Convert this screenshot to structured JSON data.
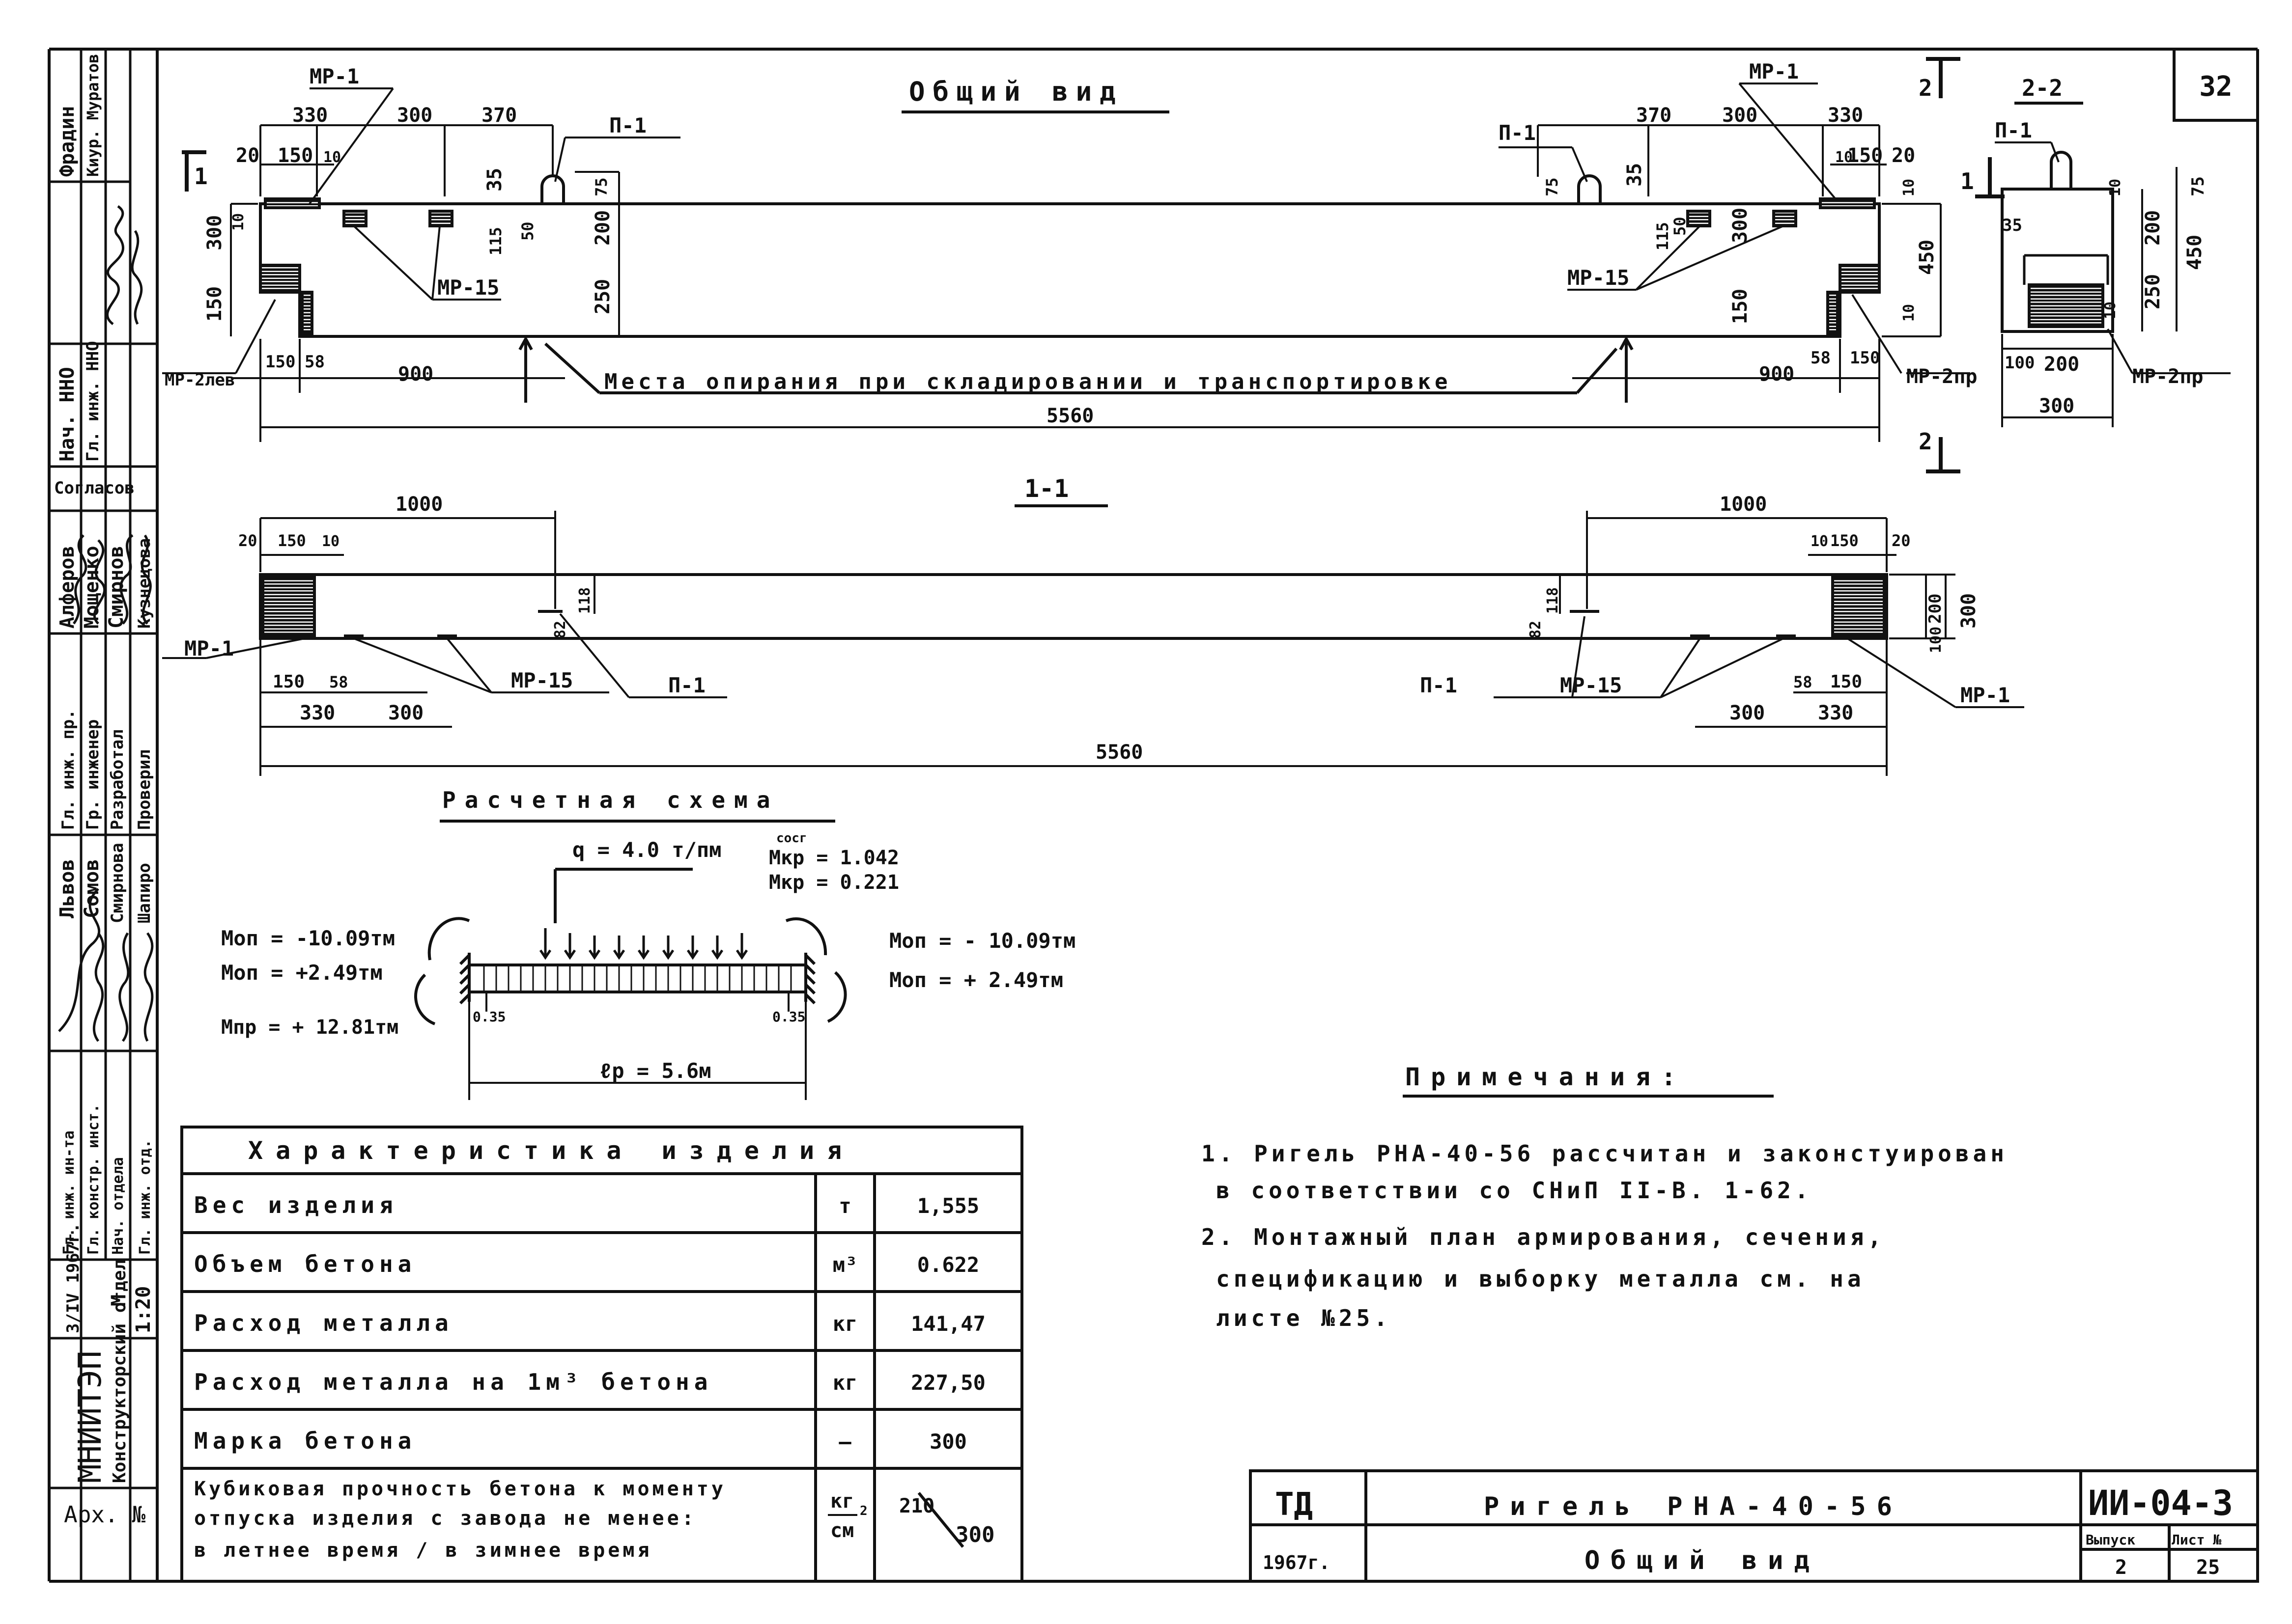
{
  "sheet_number": "32",
  "titles": {
    "general_view": "Общий вид",
    "section_1": "1-1",
    "section_2": "2-2",
    "calc_scheme": "Расчетная схема",
    "notes": "Примечания:",
    "characteristics": "Характеристика изделия"
  },
  "section_markers": {
    "s1": "1",
    "s2": "2"
  },
  "general_view": {
    "part_labels": {
      "mp1": "МР-1",
      "p1": "П-1",
      "mp15": "МР-15",
      "mp2lev": "МР-2лев",
      "mp2pr": "МР-2пр"
    },
    "support_note": "Места опирания при складировании и транспортировке",
    "dims": {
      "d330": "330",
      "d300": "300",
      "d370": "370",
      "d20": "20",
      "d150": "150",
      "d10": "10",
      "d35": "35",
      "d75": "75",
      "d115": "115",
      "d50": "50",
      "d200": "200",
      "d250": "250",
      "d450": "450",
      "d58": "58",
      "d900": "900",
      "d5560": "5560"
    }
  },
  "section_2_2": {
    "dims": {
      "d35": "35",
      "d10": "10",
      "d75": "75",
      "d200": "200",
      "d250": "250",
      "d450": "450",
      "d100": "100",
      "d300": "300"
    }
  },
  "section_1_1": {
    "dims": {
      "d1000": "1000",
      "d20": "20",
      "d150": "150",
      "d10": "10",
      "d82": "82",
      "d118": "118",
      "d58": "58",
      "d330": "330",
      "d300": "300",
      "d200": "200",
      "d100": "100",
      "d5560": "5560"
    }
  },
  "calc_scheme": {
    "load": "q = 4.0 т/пм",
    "mkr_label": "сосг",
    "mkr1": "Мкр = 1.042",
    "mkr2": "Мкр = 0.221",
    "left_moments": [
      "Моп = -10.09тм",
      "Моп = +2.49тм",
      "Мпр = + 12.81тм"
    ],
    "right_moments": [
      "Моп = - 10.09тм",
      "Моп = + 2.49тм"
    ],
    "support_width": "0.35",
    "span": "ℓр = 5.6м"
  },
  "characteristics": {
    "rows": [
      {
        "name": "Вес изделия",
        "unit": "т",
        "value": "1,555"
      },
      {
        "name": "Объем бетона",
        "unit": "м³",
        "value": "0.622"
      },
      {
        "name": "Расход металла",
        "unit": "кг",
        "value": "141,47"
      },
      {
        "name": "Расход металла на 1м³ бетона",
        "unit": "кг",
        "value": "227,50"
      },
      {
        "name": "Марка бетона",
        "unit": "—",
        "value": "300"
      }
    ],
    "strength_row": {
      "line1": "Кубиковая прочность бетона к моменту",
      "line2": "отпуска изделия с завода не менее:",
      "line3": "в летнее время / в зимнее время",
      "unit_top": "кг",
      "unit_bottom": "см",
      "unit_exp": "2",
      "value_summer": "210",
      "value_winter": "300"
    }
  },
  "notes": [
    "1. Ригель РНА-40-56 рассчитан и законстуирован",
    "в соответствии со СНиП II-В. 1-62.",
    "2. Монтажный план армирования, сечения,",
    "спецификацию и выборку металла см. на",
    "листе №25."
  ],
  "title_block": {
    "org_code": "ТД",
    "year": "1967г.",
    "title": "Ригель РНА-40-56",
    "subtitle": "Общий вид",
    "doc_code": "ИИ-04-3",
    "issue_label": "Выпуск",
    "issue": "2",
    "sheet_label": "Лист №",
    "sheet": "25"
  },
  "side_stamp": {
    "surnames_top": [
      "Фрадин",
      "Киур. Муратов"
    ],
    "roles_top": [
      "Нач. ННО",
      "Гл. инж. ННО"
    ],
    "agreed": "Согласов",
    "surnames_mid": [
      "Алферов",
      "Мощенко",
      "Смирнов",
      "Кузнецова"
    ],
    "roles_mid": [
      "Гл. инж. пр.",
      "Гр. инженер",
      "Разработал",
      "Проверил"
    ],
    "surnames_low": [
      "Львов",
      "Сомов",
      "Смирнова",
      "Шапиро"
    ],
    "roles_low": [
      "Гл. инж. ин-та",
      "Гл. констр. инст.",
      "Нач. отдела",
      "Гл. инж. отд."
    ],
    "date": "3/IV 1967г.",
    "scale_label": "М",
    "scale": "1:20",
    "institute": "МНИИТЭП",
    "department": "Конструкторский отдел",
    "archive": "Арх. №"
  }
}
